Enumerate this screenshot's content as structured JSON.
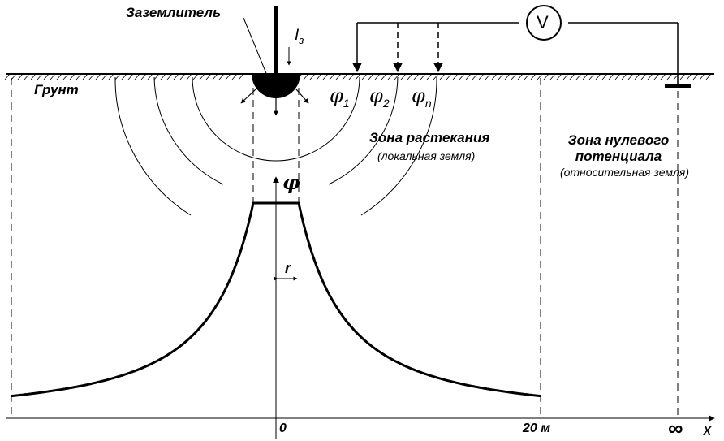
{
  "labels": {
    "electrode": "Заземлитель",
    "current_symbol": "I",
    "current_sub": "з",
    "soil": "Грунт",
    "phi1": "φ",
    "phi1_sub": "1",
    "phi2": "φ",
    "phi2_sub": "2",
    "phin": "φ",
    "phin_sub": "n",
    "voltmeter": "V",
    "spread_zone": "Зона растекания",
    "spread_zone_note": "(локальная земля)",
    "zero_zone_line1": "Зона нулевого",
    "zero_zone_line2": "потенциала",
    "zero_zone_note": "(относительная земля)",
    "phi_axis": "φ",
    "radius": "r",
    "origin": "0",
    "twenty_m": "20 м",
    "infinity": "∞",
    "x_axis": "x"
  },
  "colors": {
    "ink": "#000000",
    "background": "#ffffff"
  }
}
